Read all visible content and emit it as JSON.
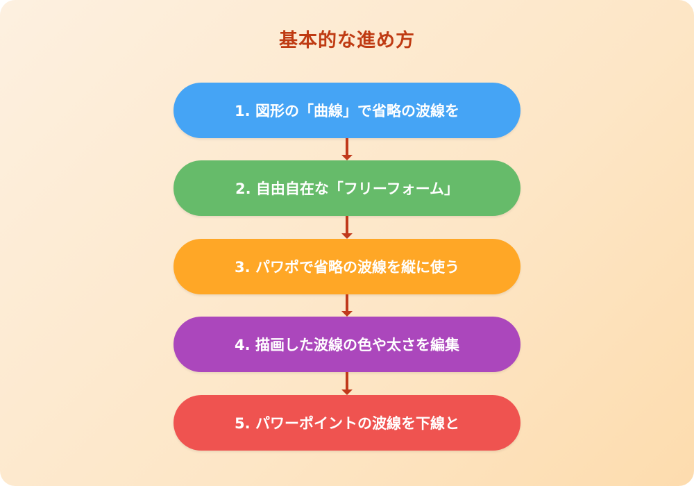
{
  "title": "基本的な進め方",
  "steps": [
    {
      "label": "1. 図形の「曲線」で省略の波線を",
      "color": "#45a4f5"
    },
    {
      "label": "2. 自由自在な「フリーフォーム」",
      "color": "#66bb6a"
    },
    {
      "label": "3. パワポで省略の波線を縦に使う",
      "color": "#ffa726"
    },
    {
      "label": "4. 描画した波線の色や太さを編集",
      "color": "#ab47bc"
    },
    {
      "label": "5. パワーポイントの波線を下線と",
      "color": "#ef5350"
    }
  ],
  "colors": {
    "title": "#bf3a12",
    "arrow": "#c0391b",
    "background_start": "#fdf0e0",
    "background_end": "#fddcae"
  }
}
